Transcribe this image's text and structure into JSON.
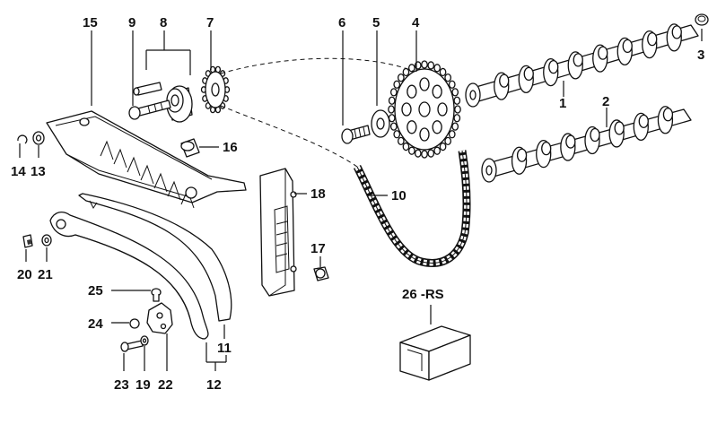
{
  "callouts": [
    {
      "id": "c15",
      "text": "15"
    },
    {
      "id": "c9",
      "text": "9"
    },
    {
      "id": "c8",
      "text": "8"
    },
    {
      "id": "c7",
      "text": "7"
    },
    {
      "id": "c6",
      "text": "6"
    },
    {
      "id": "c5",
      "text": "5"
    },
    {
      "id": "c4",
      "text": "4"
    },
    {
      "id": "c3",
      "text": "3"
    },
    {
      "id": "c1",
      "text": "1"
    },
    {
      "id": "c2",
      "text": "2"
    },
    {
      "id": "c16",
      "text": "16"
    },
    {
      "id": "c14",
      "text": "14"
    },
    {
      "id": "c13",
      "text": "13"
    },
    {
      "id": "c18",
      "text": "18"
    },
    {
      "id": "c10",
      "text": "10"
    },
    {
      "id": "c17",
      "text": "17"
    },
    {
      "id": "c20",
      "text": "20"
    },
    {
      "id": "c21",
      "text": "21"
    },
    {
      "id": "c25",
      "text": "25"
    },
    {
      "id": "c24",
      "text": "24"
    },
    {
      "id": "c23",
      "text": "23"
    },
    {
      "id": "c19",
      "text": "19"
    },
    {
      "id": "c22",
      "text": "22"
    },
    {
      "id": "c11",
      "text": "11"
    },
    {
      "id": "c12",
      "text": "12"
    },
    {
      "id": "c26",
      "text": "26 -RS"
    }
  ]
}
